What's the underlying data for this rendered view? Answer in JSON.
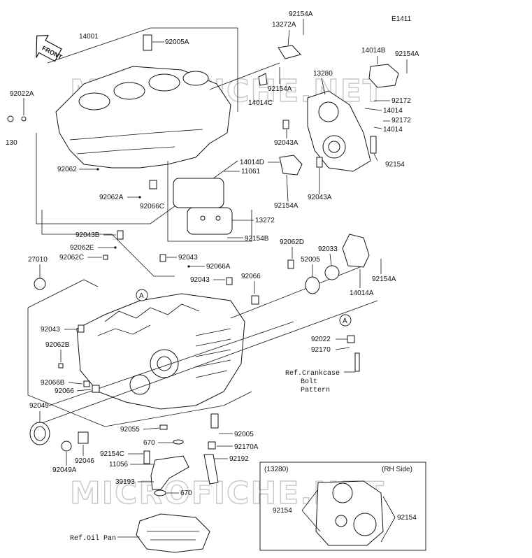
{
  "diagram_code": "E1411",
  "front_label": "FRONT",
  "watermark": "MICROFICHE.NET",
  "inset": {
    "ref": "(13280)",
    "side": "(RH Side)",
    "parts": [
      "92154",
      "92154"
    ]
  },
  "refs": {
    "crankcase_bolt": [
      "Ref.Crankcase",
      "Bolt",
      "Pattern"
    ],
    "oil_pan": "Ref.Oil Pan"
  },
  "callout_letter": "A",
  "parts": {
    "p14001": "14001",
    "p92005A": "92005A",
    "p92022A": "92022A",
    "p130": "130",
    "p92062": "92062",
    "p92062A": "92062A",
    "p92066C": "92066C",
    "p92154A_1": "92154A",
    "p13272A": "13272A",
    "p92154A_2": "92154A",
    "p14014C": "14014C",
    "p14014B": "14014B",
    "p92154A_3": "92154A",
    "p13280": "13280",
    "p92172_1": "92172",
    "p14014_1": "14014",
    "p92172_2": "92172",
    "p14014_2": "14014",
    "p92043A_1": "92043A",
    "p14014D": "14014D",
    "p92154": "92154",
    "p92154A_4": "92154A",
    "p92043A_2": "92043A",
    "p11061": "11061",
    "p13272": "13272",
    "p92154B": "92154B",
    "p92043B": "92043B",
    "p92062E": "92062E",
    "p92062C": "92062C",
    "p92043_1": "92043",
    "p92066A": "92066A",
    "p92043_2": "92043",
    "p27010": "27010",
    "p92066": "92066",
    "p92062D": "92062D",
    "p92033": "92033",
    "p52005": "52005",
    "p92154A_5": "92154A",
    "p14014A": "14014A",
    "p92043_3": "92043",
    "p92062B": "92062B",
    "p92066B": "92066B",
    "p92066_2": "92066",
    "p92049": "92049",
    "p92049A": "92049A",
    "p92046": "92046",
    "p92022": "92022",
    "p92170": "92170",
    "p92055": "92055",
    "p670_1": "670",
    "p92154C": "92154C",
    "p11056": "11056",
    "p39193": "39193",
    "p670_2": "670",
    "p92005": "92005",
    "p92170A": "92170A",
    "p92192": "92192"
  }
}
